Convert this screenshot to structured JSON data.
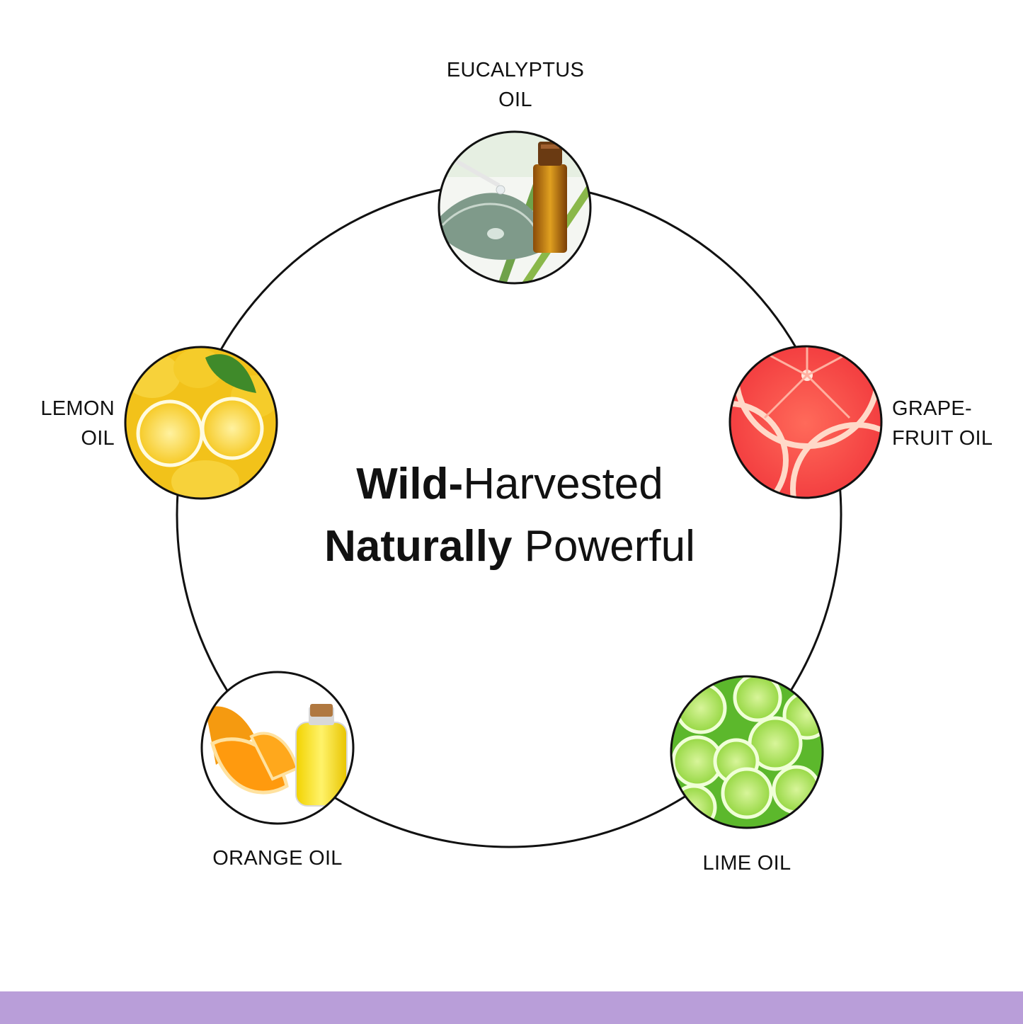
{
  "colors": {
    "ring": "#111111",
    "footer_bar": "#b99ed9",
    "text": "#111111"
  },
  "title": {
    "line1_bold": "Wild-",
    "line1_light": "Harvested",
    "line2_bold": "Naturally",
    "line2_light": "Powerful"
  },
  "nodes": {
    "eucalyptus": {
      "line1": "EUCALYPTUS",
      "line2": "OIL",
      "icon": "eucalyptus-oil-icon"
    },
    "grapefruit": {
      "line1": "GRAPE-",
      "line2": "FRUIT OIL",
      "icon": "grapefruit-icon"
    },
    "lime": {
      "line1": "LIME OIL",
      "icon": "lime-icon"
    },
    "orange": {
      "line1": "ORANGE OIL",
      "icon": "orange-oil-icon"
    },
    "lemon": {
      "line1": "LEMON",
      "line2": "OIL",
      "icon": "lemon-icon"
    }
  }
}
